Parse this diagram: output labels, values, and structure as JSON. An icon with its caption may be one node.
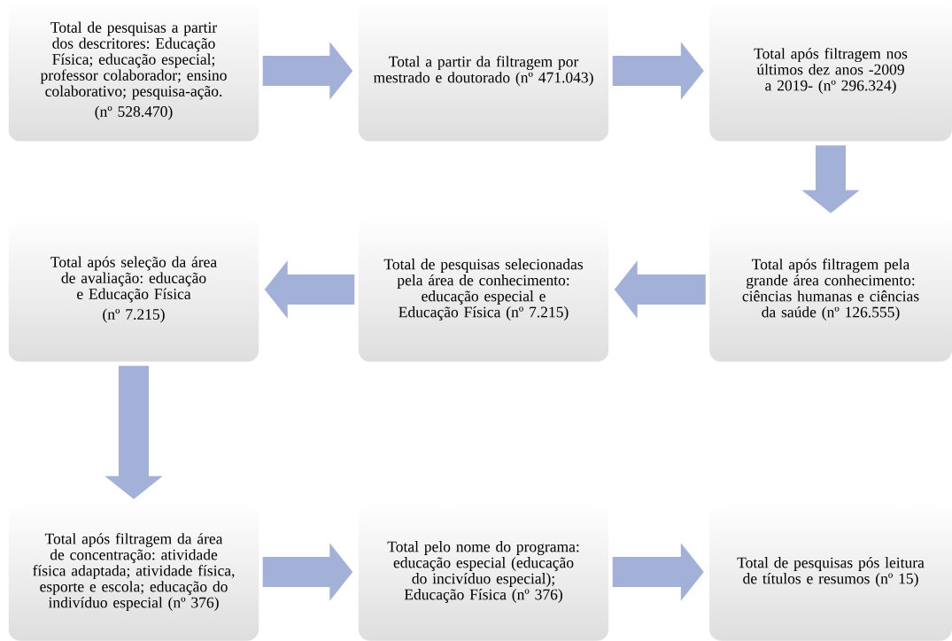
{
  "diagram": {
    "nodes": [
      {
        "text": [
          "Total de pesquisas a partir dos descritores: Educação Física; educação especial; professor colaborador; ensino colaborativo; pesquisa-ação.",
          "(nº 528.470)"
        ]
      },
      {
        "text": [
          "Total a partir da filtragem por mestrado e doutorado (nº 471.043)"
        ]
      },
      {
        "text": [
          "Total após filtragem nos últimos dez anos -2009 a 2019- (nº 296.324)"
        ]
      },
      {
        "text": [
          "Total após filtragem pela grande área conhecimento: ciências humanas e ciências da saúde (nº 126.555)"
        ]
      },
      {
        "text": [
          "Total de pesquisas selecionadas pela área de conhecimento:  educação especial e Educação Física (nº 7.215)"
        ]
      },
      {
        "text": [
          "Total após seleção da área de avaliação: educação e Educação Física",
          "(nº 7.215)"
        ]
      },
      {
        "text": [
          "Total após filtragem da área de concentração: atividade física adaptada; atividade física, esporte e escola; educação do indivíduo especial (nº 376)"
        ]
      },
      {
        "text": [
          "Total pelo nome do programa: educação especial (educação do incivíduo especial); Educação Física (nº 376)"
        ]
      },
      {
        "text": [
          "Total de pesquisas pós leitura de títulos e resumos (nº 15)"
        ]
      }
    ],
    "edges": [
      {
        "from": 0,
        "to": 1,
        "arrow": "to"
      },
      {
        "from": 1,
        "to": 2,
        "arrow": "to"
      },
      {
        "from": 2,
        "to": 3,
        "arrow": "to"
      },
      {
        "from": 3,
        "to": 4,
        "arrow": "to"
      },
      {
        "from": 4,
        "to": 5,
        "arrow": "to"
      },
      {
        "from": 5,
        "to": 6,
        "arrow": "to"
      },
      {
        "from": 6,
        "to": 7,
        "arrow": "to"
      },
      {
        "from": 7,
        "to": 8,
        "arrow": "to"
      }
    ]
  }
}
